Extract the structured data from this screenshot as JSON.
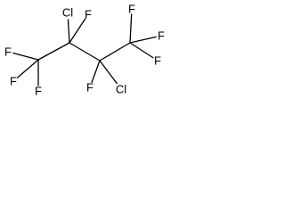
{
  "molecule": {
    "atoms": [
      {
        "id": "c1",
        "element": "C",
        "label": ""
      },
      {
        "id": "c2",
        "element": "C",
        "label": ""
      },
      {
        "id": "c3",
        "element": "C",
        "label": ""
      },
      {
        "id": "c4",
        "element": "C",
        "label": ""
      },
      {
        "id": "f1",
        "element": "F",
        "label": "F"
      },
      {
        "id": "f2",
        "element": "F",
        "label": "F"
      },
      {
        "id": "f3",
        "element": "F",
        "label": "F"
      },
      {
        "id": "cl1",
        "element": "Cl",
        "label": "Cl"
      },
      {
        "id": "f4",
        "element": "F",
        "label": "F"
      },
      {
        "id": "f5",
        "element": "F",
        "label": "F"
      },
      {
        "id": "cl2",
        "element": "Cl",
        "label": "Cl"
      },
      {
        "id": "f6",
        "element": "F",
        "label": "F"
      },
      {
        "id": "f7",
        "element": "F",
        "label": "F"
      },
      {
        "id": "f8",
        "element": "F",
        "label": "F"
      }
    ],
    "bonds": [
      {
        "from": "c1",
        "to": "c2"
      },
      {
        "from": "c2",
        "to": "c3"
      },
      {
        "from": "c3",
        "to": "c4"
      },
      {
        "from": "c1",
        "to": "f1"
      },
      {
        "from": "c1",
        "to": "f2"
      },
      {
        "from": "c1",
        "to": "f3"
      },
      {
        "from": "c2",
        "to": "cl1"
      },
      {
        "from": "c2",
        "to": "f4"
      },
      {
        "from": "c3",
        "to": "f5"
      },
      {
        "from": "c3",
        "to": "cl2"
      },
      {
        "from": "c4",
        "to": "f6"
      },
      {
        "from": "c4",
        "to": "f7"
      },
      {
        "from": "c4",
        "to": "f8"
      }
    ],
    "colors": {
      "bond": "#000000",
      "label": "#000000",
      "background": "#ffffff"
    }
  }
}
